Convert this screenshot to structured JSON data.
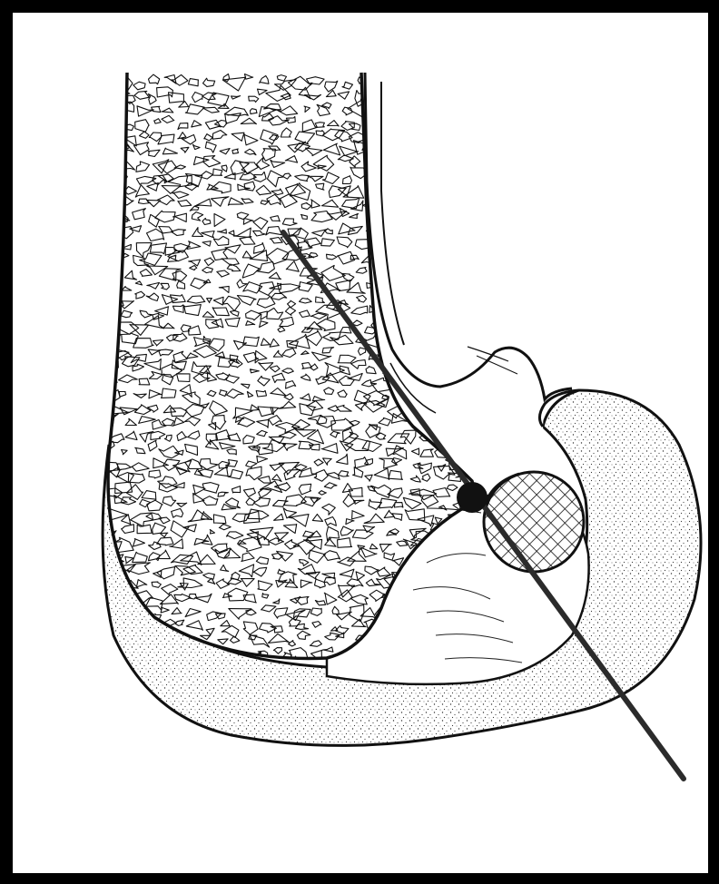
{
  "illustration": {
    "subject": "",
    "colors": {
      "frame": "#000000",
      "paper": "#ffffff",
      "ink": "#111111",
      "axis_line": "#2b2b2b",
      "marker": "#111111"
    },
    "layers": [
      {
        "name": "outer-cartilage-shell",
        "fill": "stippled"
      },
      {
        "name": "inner-cartilage-region",
        "fill": "white"
      },
      {
        "name": "cancellous-bone-shaft",
        "fill": "trabecular"
      },
      {
        "name": "lesion-focus",
        "fill": "crosshatch"
      },
      {
        "name": "pivot-marker",
        "fill": "solid"
      },
      {
        "name": "diagonal-axis-line",
        "fill": "none"
      }
    ]
  }
}
